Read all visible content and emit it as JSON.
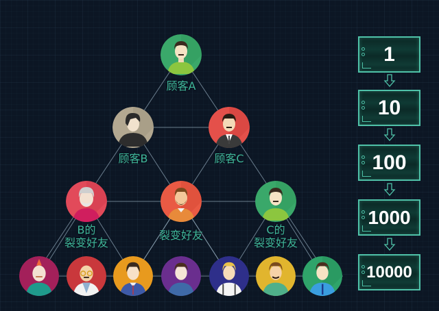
{
  "diagram": {
    "type": "referral-growth-pyramid",
    "background_color": "#0c1624",
    "accent_color": "#4fc2a8",
    "label_color": "#3fb79a",
    "nodes": {
      "customer_a": {
        "label": "顾客A",
        "color": "#3aa86a"
      },
      "customer_b": {
        "label": "顾客B",
        "color": "#b3a891"
      },
      "customer_c": {
        "label": "顾客C",
        "color": "#e4504a"
      },
      "b_friend": {
        "label_line1": "B的",
        "label_line2": "裂变好友",
        "color": "#e24a5a"
      },
      "shared_friend": {
        "label": "裂变好友",
        "color": "#e95a44"
      },
      "c_friend": {
        "label_line1": "C的",
        "label_line2": "裂变好友",
        "color": "#3aa86a"
      }
    },
    "bottom_row": [
      {
        "name": "avatar-1",
        "color": "#a3205a"
      },
      {
        "name": "avatar-2",
        "color": "#c9383c"
      },
      {
        "name": "avatar-3",
        "color": "#e89a1e"
      },
      {
        "name": "avatar-4",
        "color": "#6a2e8e"
      },
      {
        "name": "avatar-5",
        "color": "#2e2f8a"
      },
      {
        "name": "avatar-6",
        "color": "#e1b52e"
      },
      {
        "name": "avatar-7",
        "color": "#2fa46a"
      }
    ]
  },
  "growth_steps": {
    "values": [
      "1",
      "10",
      "100",
      "1000",
      "10000"
    ],
    "arrow_icon": "down-arrow-icon"
  }
}
